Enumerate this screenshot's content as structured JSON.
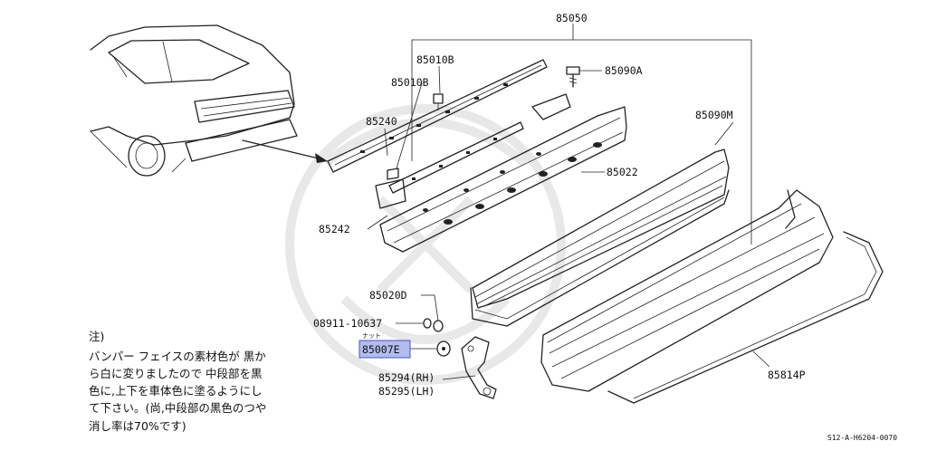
{
  "parts": {
    "p85050": "85050",
    "p85010B_top": "85010B",
    "p85010B_mid": "85010B",
    "p85090A": "85090A",
    "p85240": "85240",
    "p85090M": "85090M",
    "p85022": "85022",
    "p85242": "85242",
    "p85020D": "85020D",
    "p08911": "08911-10637",
    "nut_note": "ナット",
    "p85007E": "85007E",
    "p85294": "85294(RH)",
    "p85295": "85295(LH)",
    "p85814P": "85814P"
  },
  "note": {
    "title": "注)",
    "lines": [
      "バンパー フェイスの素材色が 黒か",
      "ら白に変りましたので 中段部を黒",
      "色に,上下を車体色に塗るようにし",
      "て下さい。(尚,中段部の黒色のつや",
      "消し率は70%です)"
    ]
  },
  "footer": {
    "ref": "S12-A-H6204-0070"
  },
  "highlight": {
    "part": "85007E",
    "color": "#9aa6e8"
  }
}
